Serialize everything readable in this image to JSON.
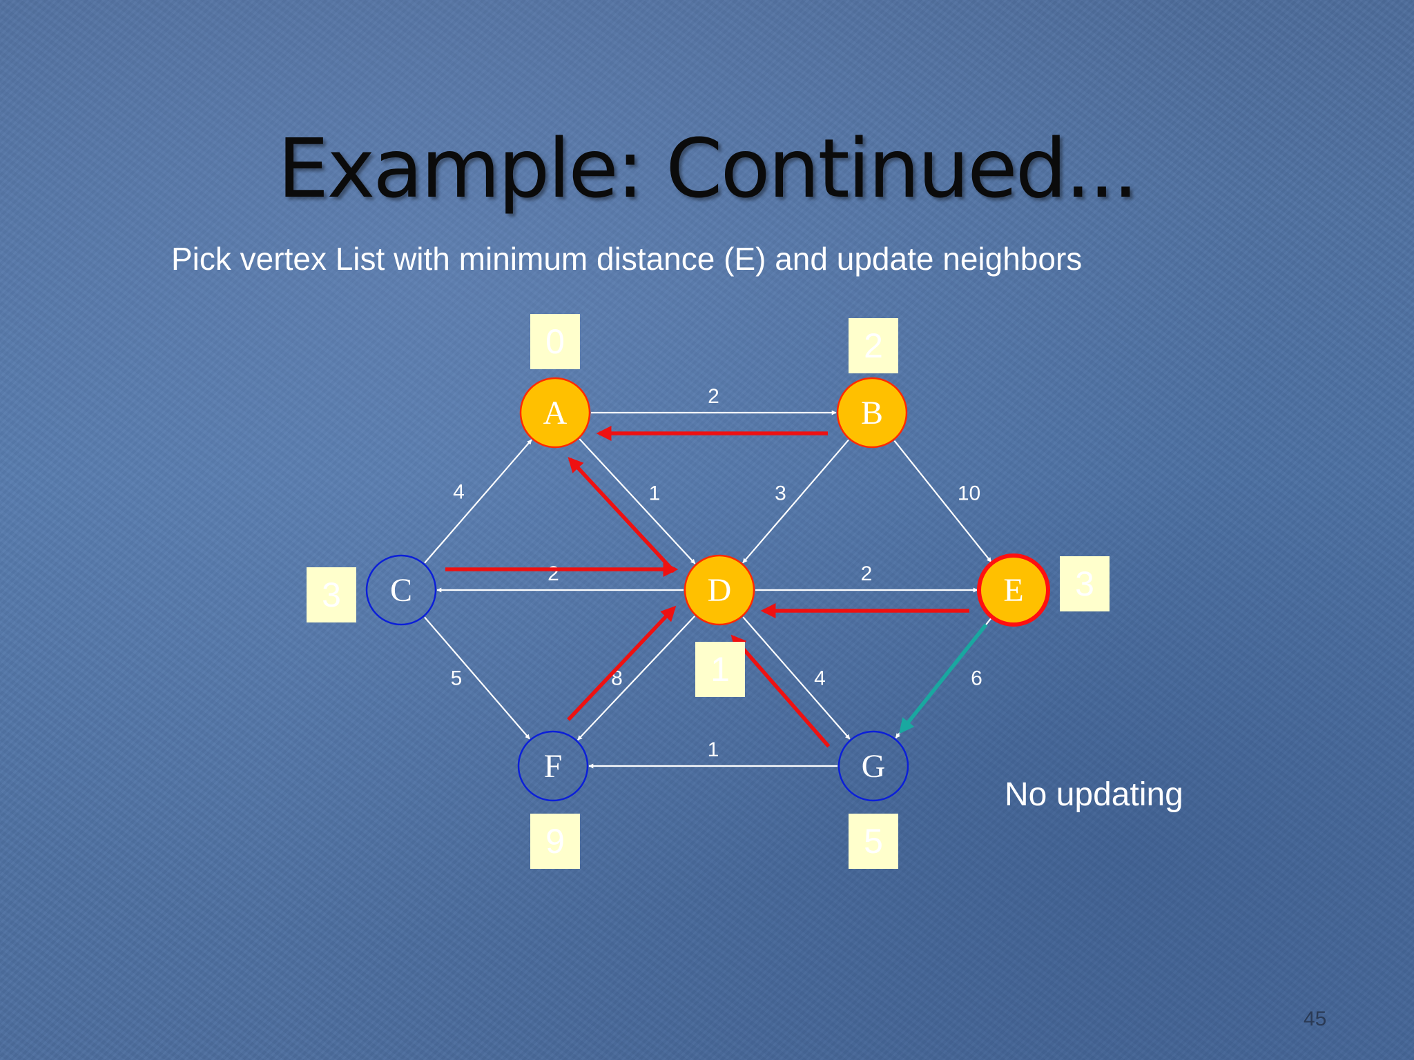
{
  "slide": {
    "title": "Example: Continued...",
    "subtitle": "Pick vertex List with minimum distance (E) and update neighbors",
    "note": "No updating",
    "page_number": "45"
  },
  "colors": {
    "visited_fill": "#ffc000",
    "visited_stroke": "#ff2a00",
    "selected_stroke": "#ff1010",
    "unvisited_stroke": "#0b1fd8",
    "edge": "#ffffff",
    "path_arrow": "#ee1111",
    "update_arrow": "#19a8a0",
    "distance_box": "#ffffcc",
    "node_text_visited": "#ffffff",
    "node_text_unvisited": "#ffffff"
  },
  "graph": {
    "nodes": [
      {
        "id": "A",
        "label": "A",
        "state": "visited",
        "distance": "0"
      },
      {
        "id": "B",
        "label": "B",
        "state": "visited",
        "distance": "2"
      },
      {
        "id": "C",
        "label": "C",
        "state": "unvisited",
        "distance": "3"
      },
      {
        "id": "D",
        "label": "D",
        "state": "visited",
        "distance": "1"
      },
      {
        "id": "E",
        "label": "E",
        "state": "selected",
        "distance": "3"
      },
      {
        "id": "F",
        "label": "F",
        "state": "unvisited",
        "distance": "9"
      },
      {
        "id": "G",
        "label": "G",
        "state": "unvisited",
        "distance": "5"
      }
    ],
    "edges": [
      {
        "from": "A",
        "to": "B",
        "weight": "2"
      },
      {
        "from": "A",
        "to": "D",
        "weight": "1"
      },
      {
        "from": "B",
        "to": "D",
        "weight": "3"
      },
      {
        "from": "B",
        "to": "E",
        "weight": "10"
      },
      {
        "from": "C",
        "to": "A",
        "weight": "4"
      },
      {
        "from": "C",
        "to": "F",
        "weight": "5"
      },
      {
        "from": "D",
        "to": "C",
        "weight": "2"
      },
      {
        "from": "D",
        "to": "E",
        "weight": "2"
      },
      {
        "from": "D",
        "to": "F",
        "weight": "8"
      },
      {
        "from": "D",
        "to": "G",
        "weight": "4"
      },
      {
        "from": "E",
        "to": "G",
        "weight": "6"
      },
      {
        "from": "G",
        "to": "F",
        "weight": "1"
      }
    ],
    "path_arrows": [
      {
        "from": "B",
        "to": "A"
      },
      {
        "from": "D",
        "to": "A"
      },
      {
        "from": "C",
        "to": "D"
      },
      {
        "from": "E",
        "to": "D"
      },
      {
        "from": "F",
        "to": "D"
      },
      {
        "from": "G",
        "to": "D"
      }
    ],
    "update_arrows": [
      {
        "from": "E",
        "to": "G"
      }
    ]
  }
}
